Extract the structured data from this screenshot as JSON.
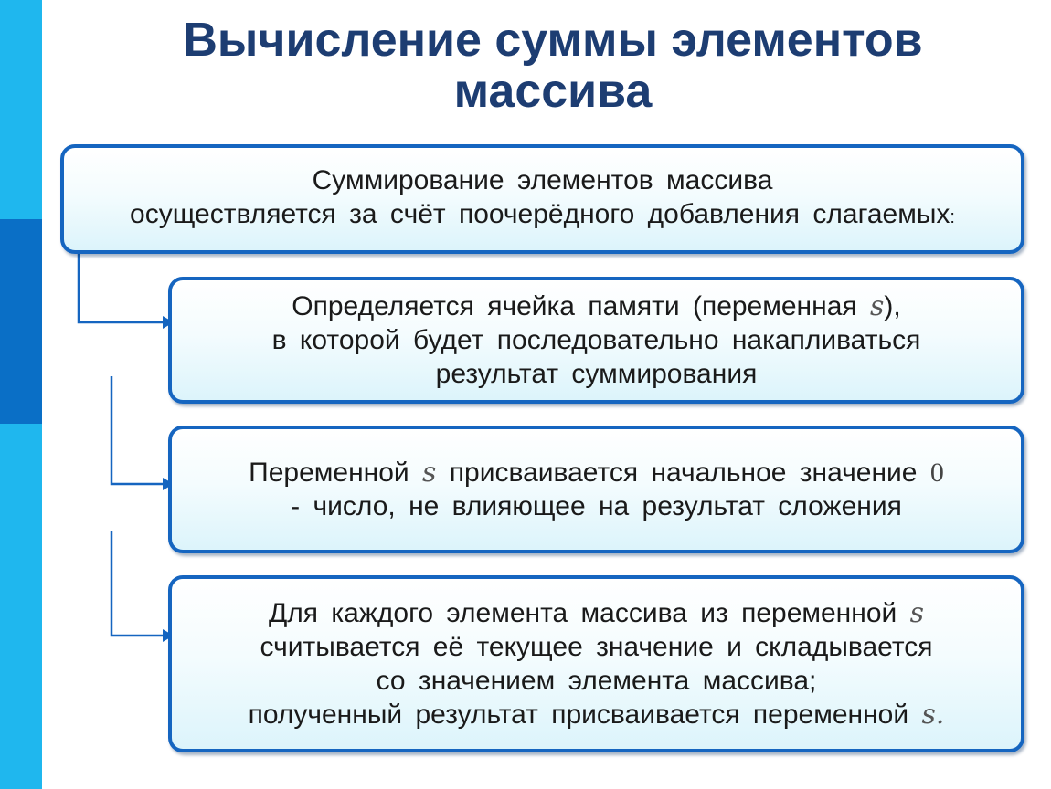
{
  "title": {
    "line1": "Вычисление суммы элементов",
    "line2": "массива"
  },
  "intro": {
    "line1": "Суммирование элементов массива",
    "line2": "осуществляется за счёт поочерёдного добавления слагаемых",
    "line2_colon": ":"
  },
  "step1": {
    "line1_pre": "Определяется ячейка памяти (переменная",
    "line1_var": "s",
    "line1_post": "),",
    "line2": "в которой будет последовательно накапливаться",
    "line3": "результат суммирования"
  },
  "step2": {
    "line1_pre": "Переменной",
    "line1_var": "s",
    "line1_mid": "присваивается начальное значение",
    "line1_num": "0",
    "line2": "- число, не влияющее на результат сложения"
  },
  "step3": {
    "line1_pre": "Для каждого элемента массива из переменной",
    "line1_var": "s",
    "line2": "считывается её текущее значение и складывается",
    "line3": "со значением элемента массива;",
    "line4_pre": "полученный результат присваивается переменной",
    "line4_var": "s."
  },
  "colors": {
    "accent_light": "#1fb7ee",
    "accent_dark": "#0a6fc6",
    "box_border": "#1565c0",
    "title": "#1d3d72"
  }
}
